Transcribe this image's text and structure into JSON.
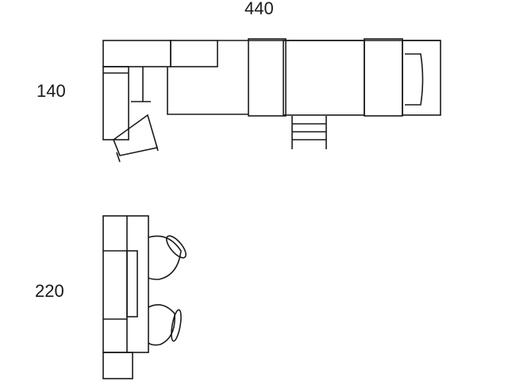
{
  "dimensions": {
    "top_width": "440",
    "top_depth": "140",
    "side_length": "220"
  },
  "colors": {
    "line": "#1a1a1a",
    "background": "#ffffff"
  }
}
